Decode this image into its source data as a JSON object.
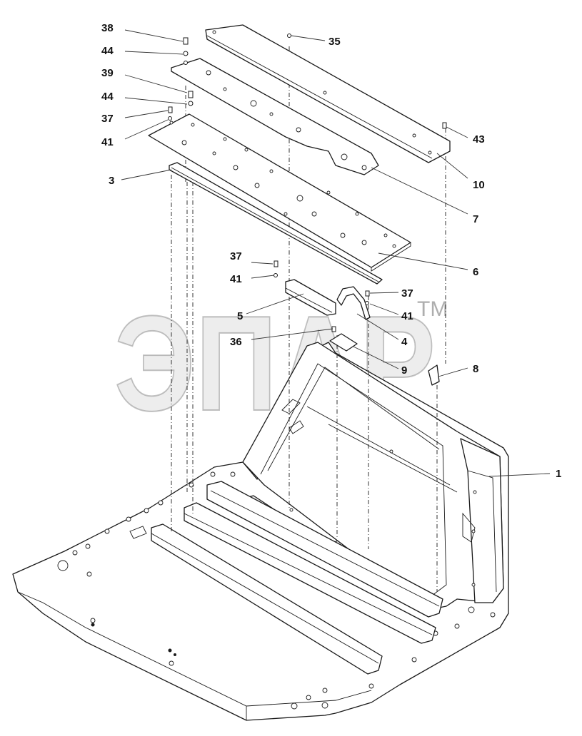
{
  "watermark": {
    "text": "ЭПАР",
    "tm": "TM"
  },
  "callouts": [
    {
      "id": "c38a",
      "text": "38"
    },
    {
      "id": "c44a",
      "text": "44"
    },
    {
      "id": "c39",
      "text": "39"
    },
    {
      "id": "c44b",
      "text": "44"
    },
    {
      "id": "c37a",
      "text": "37"
    },
    {
      "id": "c41a",
      "text": "41"
    },
    {
      "id": "c3",
      "text": "3"
    },
    {
      "id": "c35",
      "text": "35"
    },
    {
      "id": "c43",
      "text": "43"
    },
    {
      "id": "c10",
      "text": "10"
    },
    {
      "id": "c7",
      "text": "7"
    },
    {
      "id": "c6",
      "text": "6"
    },
    {
      "id": "c37b",
      "text": "37"
    },
    {
      "id": "c41b",
      "text": "41"
    },
    {
      "id": "c5",
      "text": "5"
    },
    {
      "id": "c37c",
      "text": "37"
    },
    {
      "id": "c41c",
      "text": "41"
    },
    {
      "id": "c4",
      "text": "4"
    },
    {
      "id": "c36",
      "text": "36"
    },
    {
      "id": "c9",
      "text": "9"
    },
    {
      "id": "c8",
      "text": "8"
    },
    {
      "id": "c1",
      "text": "1"
    }
  ]
}
